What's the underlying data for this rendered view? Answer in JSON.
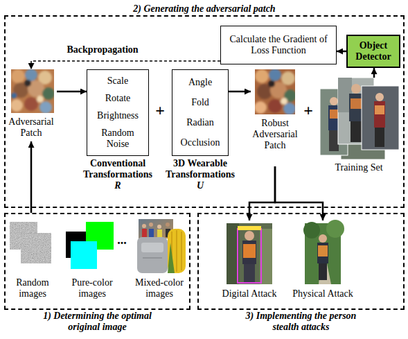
{
  "diagram": {
    "nodes": [
      {
        "text": [
          "2) Generating the adversarial patch"
        ]
      },
      {
        "text": [
          "Calculate the Gradient of Loss Function"
        ],
        "in": 0
      },
      {
        "text": [
          "Object Detector"
        ],
        "in": 0
      },
      {
        "text": [
          "Adversarial Patch"
        ],
        "in": 0
      },
      {
        "text": [
          "Scale",
          "Rotate",
          "Brightness",
          "Random Noise",
          "Conventional Transformations",
          "R"
        ],
        "in": 0
      },
      {
        "text": [
          "Angle",
          "Fold",
          "Radian",
          "Occlusion",
          "3D Wearable Transformations",
          "U"
        ],
        "in": 0
      },
      {
        "text": [
          "Robust Adversarial Patch"
        ],
        "in": 0
      },
      {
        "text": [
          "Training Set"
        ],
        "in": 0
      },
      {
        "text": [
          "1) Determining the optimal original image"
        ]
      },
      {
        "text": [
          "Random images"
        ],
        "in": 8
      },
      {
        "text": [
          "Pure-color images"
        ],
        "in": 8
      },
      {
        "text": [
          "Mixed-color images"
        ],
        "in": 8
      },
      {
        "text": [
          "3) Implementing the person stealth attacks"
        ]
      },
      {
        "text": [
          "Digital Attack"
        ],
        "in": 12
      },
      {
        "text": [
          "Physical Attack"
        ],
        "in": 12
      }
    ],
    "edges": [
      {
        "from": 2,
        "to": 1,
        "arrow": "to"
      },
      {
        "from": 7,
        "to": 2,
        "arrow": "to"
      },
      {
        "from": 1,
        "to": 3,
        "label": "Backpropagation",
        "arrow": "to"
      },
      {
        "from": 3,
        "to": 4,
        "arrow": "to"
      },
      {
        "from": 5,
        "to": 6,
        "arrow": "to"
      },
      {
        "from": 6,
        "to": 13,
        "arrow": "to"
      },
      {
        "from": 6,
        "to": 14,
        "arrow": "to"
      },
      {
        "from": 8,
        "to": 3,
        "arrow": "to"
      }
    ],
    "labels": [
      "+",
      "+",
      "..."
    ]
  }
}
